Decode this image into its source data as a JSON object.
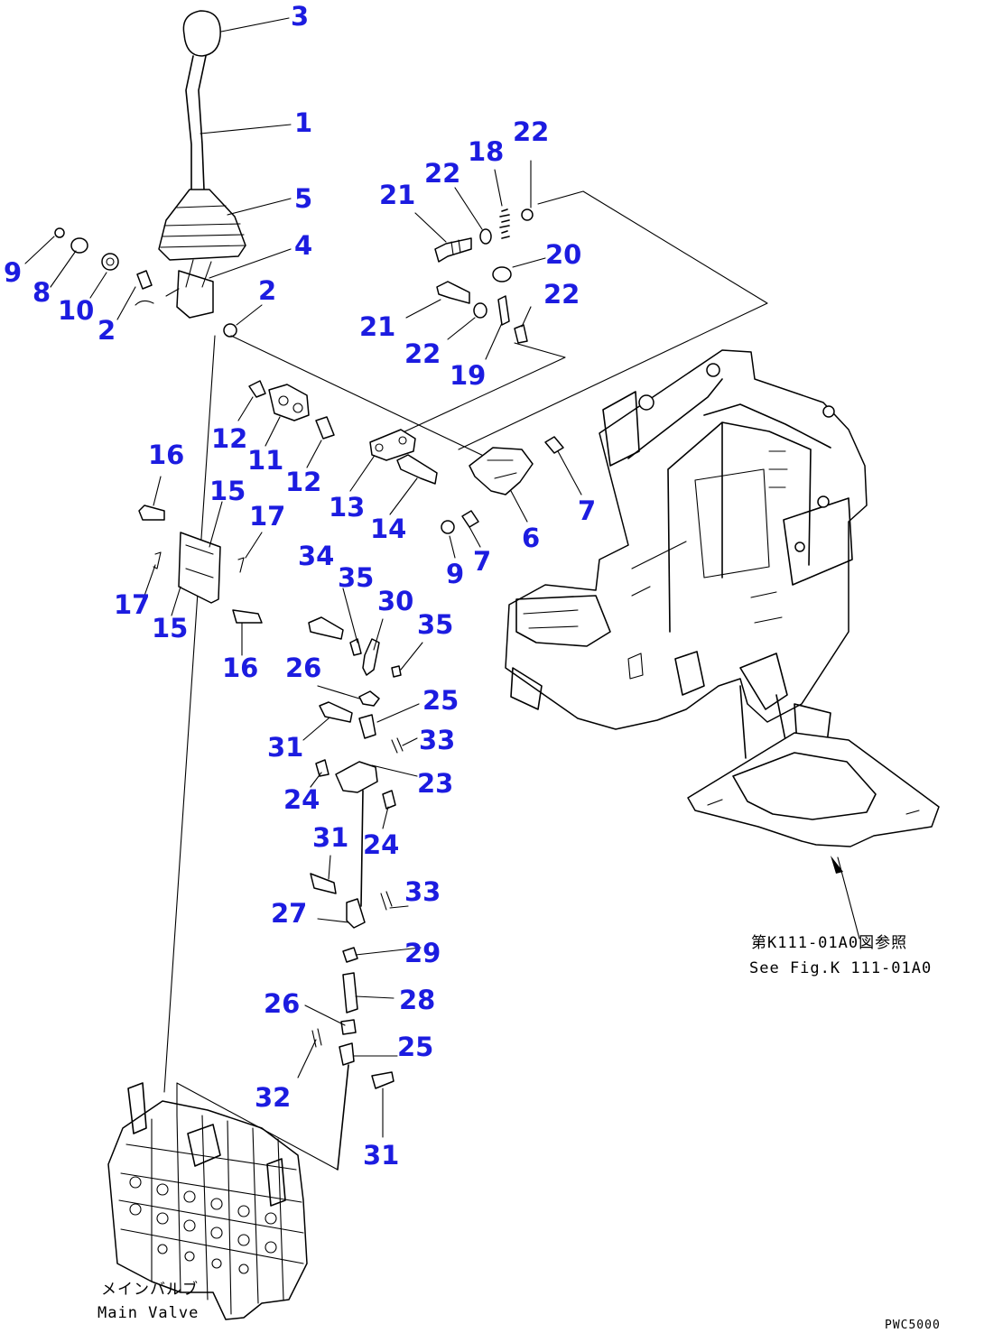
{
  "callouts": [
    {
      "label": "3"
    },
    {
      "label": "1"
    },
    {
      "label": "5"
    },
    {
      "label": "4"
    },
    {
      "label": "2"
    },
    {
      "label": "9"
    },
    {
      "label": "8"
    },
    {
      "label": "10"
    },
    {
      "label": "2"
    },
    {
      "label": "21"
    },
    {
      "label": "22"
    },
    {
      "label": "18"
    },
    {
      "label": "22"
    },
    {
      "label": "20"
    },
    {
      "label": "21"
    },
    {
      "label": "22"
    },
    {
      "label": "19"
    },
    {
      "label": "22"
    },
    {
      "label": "12"
    },
    {
      "label": "11"
    },
    {
      "label": "12"
    },
    {
      "label": "13"
    },
    {
      "label": "14"
    },
    {
      "label": "6"
    },
    {
      "label": "7"
    },
    {
      "label": "7"
    },
    {
      "label": "9"
    },
    {
      "label": "16"
    },
    {
      "label": "15"
    },
    {
      "label": "17"
    },
    {
      "label": "17"
    },
    {
      "label": "15"
    },
    {
      "label": "16"
    },
    {
      "label": "34"
    },
    {
      "label": "35"
    },
    {
      "label": "30"
    },
    {
      "label": "35"
    },
    {
      "label": "26"
    },
    {
      "label": "25"
    },
    {
      "label": "31"
    },
    {
      "label": "33"
    },
    {
      "label": "23"
    },
    {
      "label": "24"
    },
    {
      "label": "24"
    },
    {
      "label": "31"
    },
    {
      "label": "33"
    },
    {
      "label": "27"
    },
    {
      "label": "29"
    },
    {
      "label": "28"
    },
    {
      "label": "26"
    },
    {
      "label": "25"
    },
    {
      "label": "32"
    },
    {
      "label": "31"
    }
  ],
  "notes": {
    "see_fig_jp": "第K111-01A0図参照",
    "see_fig_en": "See Fig.K 111-01A0",
    "main_valve_jp": "メインバルブ",
    "main_valve_en": "Main Valve",
    "figure_code": "PWC5000"
  },
  "colors": {
    "callout": "#1c1ce0",
    "line": "#000000",
    "background": "#ffffff"
  }
}
